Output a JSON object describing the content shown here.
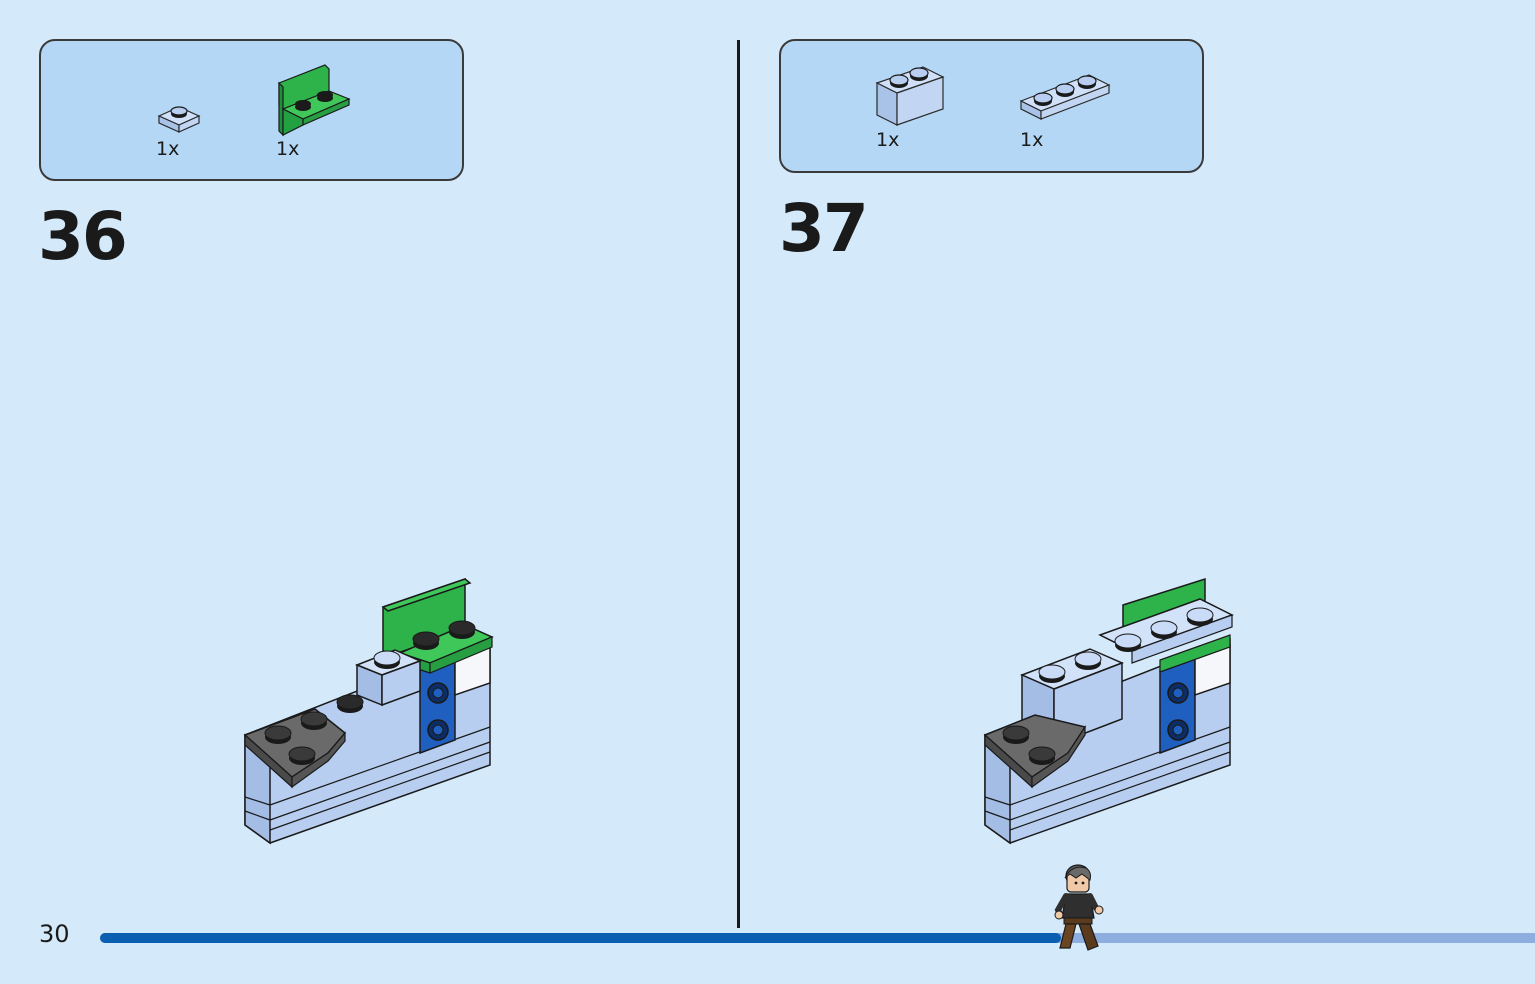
{
  "page": {
    "number": "30",
    "progress": 0.67
  },
  "steps": [
    {
      "number": "36",
      "parts": [
        {
          "icon": "plate-1x1-light-blue-icon",
          "quantity": "1x"
        },
        {
          "icon": "bracket-green-icon",
          "quantity": "1x"
        }
      ]
    },
    {
      "number": "37",
      "parts": [
        {
          "icon": "brick-1x2-light-blue-icon",
          "quantity": "1x"
        },
        {
          "icon": "plate-1x3-light-blue-icon",
          "quantity": "1x"
        }
      ]
    }
  ],
  "colors": {
    "background": "#d4eafb",
    "parts_box": "#b3d7f5",
    "light_blue_brick": "#b8cef0",
    "green_brick": "#2eb24a",
    "dark_grey_brick": "#5a5a5a",
    "blue_technic": "#1f5fbf",
    "progress_done": "#0a5fb0",
    "progress_remaining": "#8eaee0"
  }
}
